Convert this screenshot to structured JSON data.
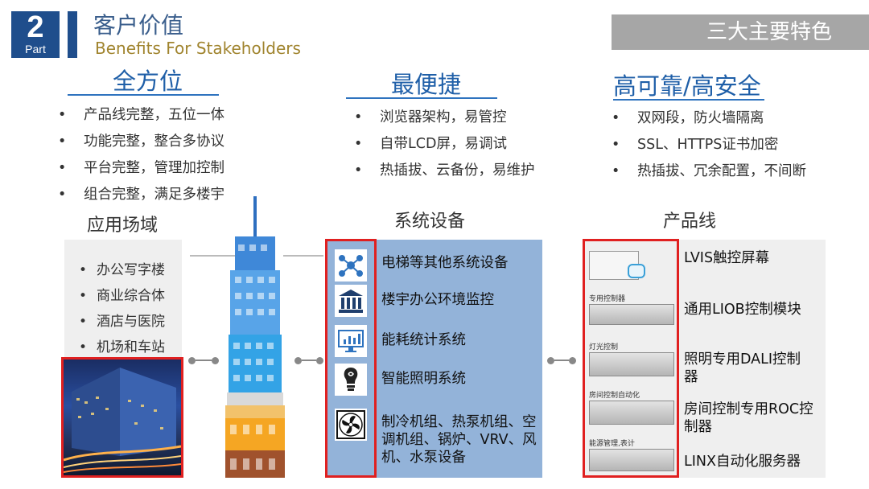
{
  "header": {
    "part_number": "2",
    "part_word": "Part",
    "title_cn": "客户价值",
    "title_en": "Benefits For Stakeholders",
    "feature_banner": "三大主要特色"
  },
  "columns": [
    {
      "title": "全方位",
      "items": [
        "产品线完整，五位一体",
        "功能完整，整合多协议",
        "平台完整，管理加控制",
        "组合完整，满足多楼宇"
      ]
    },
    {
      "title": "最便捷",
      "items": [
        "浏览器架构，易管控",
        "自带LCD屏，易调试",
        "热插拔、云备份，易维护"
      ]
    },
    {
      "title": "高可靠/高安全",
      "items": [
        "双网段，防火墙隔离",
        "SSL、HTTPS证书加密",
        "热插拔、冗余配置，不间断"
      ]
    }
  ],
  "application_domain": {
    "title": "应用场域",
    "items": [
      "办公写字楼",
      "商业综合体",
      "酒店与医院",
      "机场和车站"
    ]
  },
  "system_devices": {
    "title": "系统设备",
    "items": [
      {
        "icon": "network-icon",
        "label": "电梯等其他系统设备"
      },
      {
        "icon": "building-icon",
        "label": "楼宇办公环境监控"
      },
      {
        "icon": "monitor-chart-icon",
        "label": "能耗统计系统"
      },
      {
        "icon": "bulb-icon",
        "label": "智能照明系统"
      },
      {
        "icon": "fan-icon",
        "label": "制冷机组、热泵机组、空调机组、锅炉、VRV、风机、水泵设备"
      }
    ]
  },
  "product_line": {
    "title": "产品线",
    "items": [
      "LVIS触控屏幕",
      "通用LIOB控制模块",
      "照明专用DALI控制器",
      "房间控制专用ROC控制器",
      "LINX自动化服务器"
    ],
    "image_captions": [
      "专用控制器",
      "灯光控制",
      "房间控制自动化",
      "能源管理,表计"
    ]
  },
  "colors": {
    "brand_blue": "#1f4e8c",
    "title_blue": "#1f5fa8",
    "accent_gold": "#a0842e",
    "highlight_red": "#e02020",
    "system_bg": "#93b3d9",
    "banner_grey": "#a6a6a6"
  }
}
